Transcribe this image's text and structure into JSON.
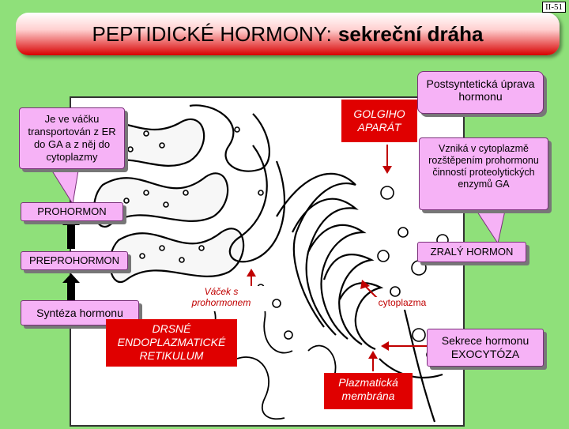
{
  "page_number": "II-51",
  "title": {
    "part1": "PEPTIDICKÉ HORMONY:",
    "part2": "sekreční dráha"
  },
  "callouts": {
    "transport": "Je ve váčku transportován z ER do GA a z něj do cytoplazmy",
    "postsynthetic": "Postsyntetická úprava hormonu",
    "cleavage": "Vzniká v cytoplazmě rozštěpením prohormonu činností proteolytických enzymů GA",
    "prohormon": "PROHORMON",
    "preprohormon": "PREPROHORMON",
    "synthesis": "Syntéza hormonu",
    "mature": "ZRALÝ HORMON",
    "secretion": "Sekrece hormonu EXOCYTÓZA"
  },
  "labels": {
    "golgi": "GOLGIHO APARÁT",
    "vesicle": "Váček s prohormonem",
    "er": "DRSNÉ ENDOPLAZMATICKÉ RETIKULUM",
    "cytoplasm": "cytoplazma",
    "membrane": "Plazmatická membrána"
  },
  "colors": {
    "background": "#8fe07a",
    "callout_fill": "#f6b2f6",
    "label_red": "#e00000"
  }
}
